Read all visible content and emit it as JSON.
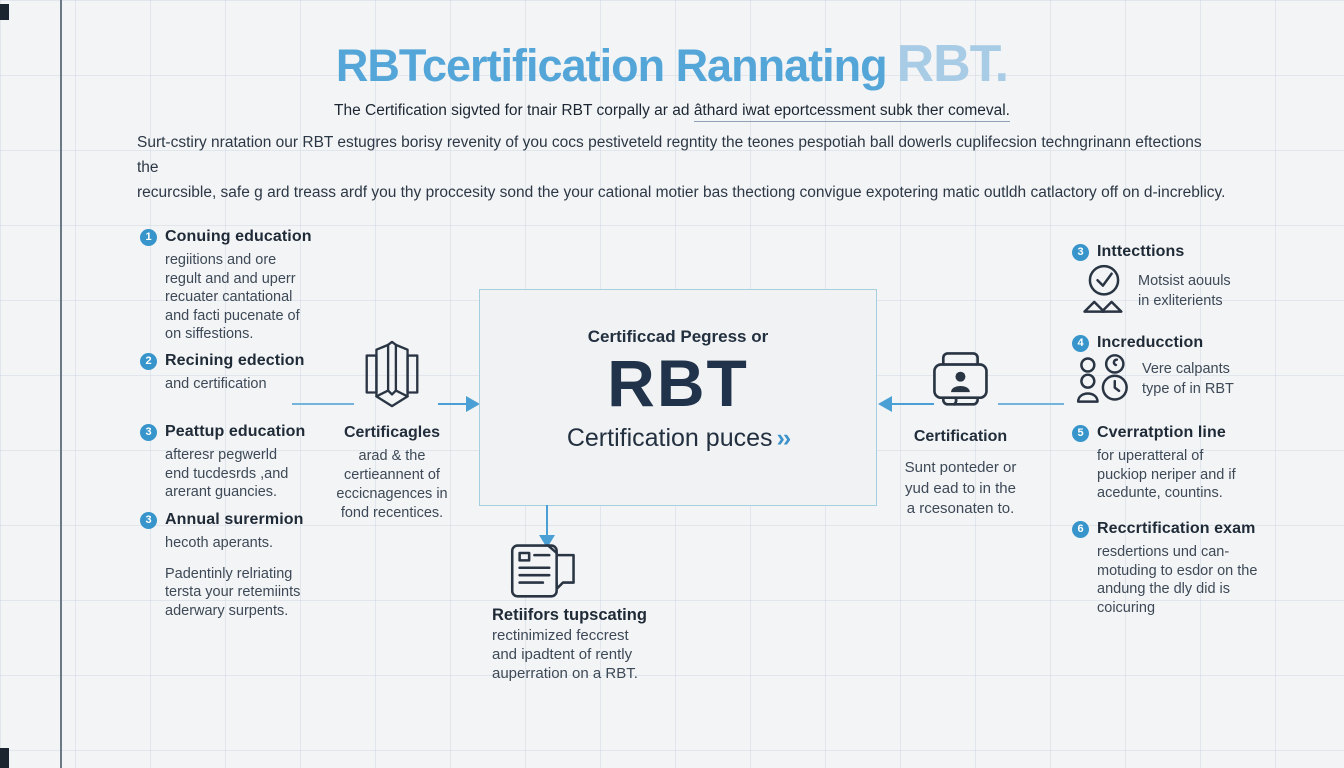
{
  "page": {
    "title_main": "RBTcertification Rannating",
    "title_accent": "RBT.",
    "subtitle_a": "The Certification sigvted for tnair RBT corpally ar ad ",
    "subtitle_b": "âthard iwat eportcessment subk ther comeval.",
    "paragraph": "Surt-cstiry nratation our RBT estugres borisy revenity of you cocs pestiveteld regntity the teones pespotiah ball dowerls cuplifecsion techngrinann eftections the\nrecurcsible, safe g ard treass ardf you thy proccesity sond the your cational motier bas thectiong convigue expotering matic outldh catlactory off on d-increblicy."
  },
  "colors": {
    "title_blue": "#55a6d8",
    "title_accent_blue": "#a9cce6",
    "badge_blue": "#3795cb",
    "arrow_blue": "#4a9fd4",
    "navy_text": "#20334a",
    "box_border": "#a5cede"
  },
  "left_steps": [
    {
      "num": "1",
      "title": "Conuing education",
      "body": "regiitions and ore\nregult and and uperr\nrecuater cantational\nand facti pucenate of\non siffestions."
    },
    {
      "num": "2",
      "title": "Recining edection",
      "body": "and certification"
    },
    {
      "num": "3",
      "title": "Peattup education",
      "body": "afteresr pegwerld\nend tucdesrds ,and\narerant guancies."
    },
    {
      "num": "3",
      "title": "Annual surermion",
      "body": "hecoth aperants.",
      "body2": "Padentinly relriating\ntersta your retemiints\naderwary surpents."
    }
  ],
  "flow": {
    "left_node": {
      "icon": "brochure-icon",
      "title": "Certificagles",
      "body": "arad & the\ncertieannent of\neccicnagences in\nfond recentices."
    },
    "center_box": {
      "top": "Certificcad Pegress or",
      "main": "RBT",
      "bottom": "Certification puces",
      "chevrons": "››"
    },
    "right_node": {
      "icon": "id-card-icon",
      "title": "Certification",
      "body": "Sunt ponteder or\nyud ead to in the\na rcesonaten to."
    },
    "bottom_node": {
      "icon": "document-chat-icon",
      "title": "Retiifors tupscating",
      "body": "rectinimized feccrest\nand ipadtent of rently\nauperration on a RBT."
    }
  },
  "right_steps": [
    {
      "num": "3",
      "title": "Inttecttions",
      "icon": "check-hands-icon",
      "body": "Motsist aouuls\nin exliterients"
    },
    {
      "num": "4",
      "title": "Increducction",
      "icon": "people-clock-icon",
      "body": "Vere calpants\ntype of in RBT"
    },
    {
      "num": "5",
      "title": "Cverratption line",
      "body": "for uperatteral of\npuckiop neriper and if\nacedunte, countins."
    },
    {
      "num": "6",
      "title": "Reccrtification exam",
      "body": "resdertions und can-\nmotuding to esdor on the\nandung the dly did is\ncoicuring"
    }
  ]
}
